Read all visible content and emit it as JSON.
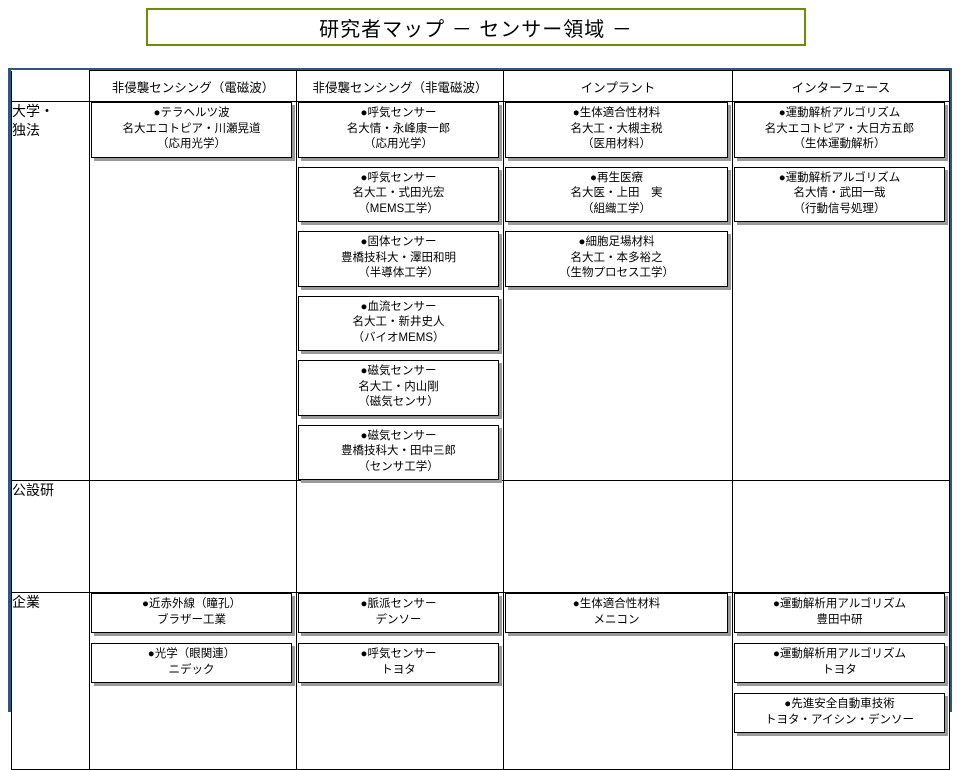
{
  "title": {
    "text": "研究者マップ  －  センサー領域  －"
  },
  "table": {
    "corner_label": "",
    "columns": [
      "非侵襲センシング（電磁波）",
      "非侵襲センシング（非電磁波）",
      "インプラント",
      "インターフェース"
    ],
    "rows": [
      {
        "label": "大学・\n独法",
        "cells": [
          [
            {
              "topic": "●テラヘルツ波",
              "person": "名大エコトピア・川瀬晃道",
              "field": "（応用光学）"
            }
          ],
          [
            {
              "topic": "●呼気センサー",
              "person": "名大情・永峰康一郎",
              "field": "（応用光学）"
            },
            {
              "topic": "●呼気センサー",
              "person": "名大工・式田光宏",
              "field": "（MEMS工学）"
            },
            {
              "topic": "●固体センサー",
              "person": "豊橋技科大・澤田和明",
              "field": "（半導体工学）"
            },
            {
              "topic": "●血流センサー",
              "person": "名大工・新井史人",
              "field": "（バイオMEMS）"
            },
            {
              "topic": "●磁気センサー",
              "person": "名大工・内山剛",
              "field": "（磁気センサ）"
            },
            {
              "topic": "●磁気センサー",
              "person": "豊橋技科大・田中三郎",
              "field": "（センサ工学）"
            }
          ],
          [
            {
              "topic": "●生体適合性材料",
              "person": "名大工・大槻主税",
              "field": "（医用材料）"
            },
            {
              "topic": "●再生医療",
              "person": "名大医・上田　実",
              "field": "（組織工学）"
            },
            {
              "topic": "●細胞足場材料",
              "person": "名大工・本多裕之",
              "field": "（生物プロセス工学）"
            }
          ],
          [
            {
              "topic": "●運動解析アルゴリズム",
              "person": "名大エコトピア・大日方五郎",
              "field": "（生体運動解析）"
            },
            {
              "topic": "●運動解析アルゴリズム",
              "person": "名大情・武田一哉",
              "field": "（行動信号処理）"
            }
          ]
        ]
      },
      {
        "label": "公設研",
        "cells": [
          [],
          [],
          [],
          []
        ]
      },
      {
        "label": "企業",
        "cells": [
          [
            {
              "topic": "●近赤外線（瞳孔）",
              "person": "ブラザー工業",
              "field": ""
            },
            {
              "topic": "●光学（眼関連）",
              "person": "ニデック",
              "field": ""
            }
          ],
          [
            {
              "topic": "●脈派センサー",
              "person": "デンソー",
              "field": ""
            },
            {
              "topic": "●呼気センサー",
              "person": "トヨタ",
              "field": ""
            }
          ],
          [
            {
              "topic": "●生体適合性材料",
              "person": "メニコン",
              "field": ""
            }
          ],
          [
            {
              "topic": "●運動解析用アルゴリズム",
              "person": "豊田中研",
              "field": ""
            },
            {
              "topic": "●運動解析用アルゴリズム",
              "person": "トヨタ",
              "field": ""
            },
            {
              "topic": "●先進安全自動車技術",
              "person": "トヨタ・アイシン・デンソー",
              "field": ""
            }
          ]
        ]
      }
    ]
  },
  "colors": {
    "title_border": "#6b8e0a",
    "table_border": "#2f5582",
    "grid_line": "#000000",
    "box_shadow": "#9a9a9a"
  }
}
